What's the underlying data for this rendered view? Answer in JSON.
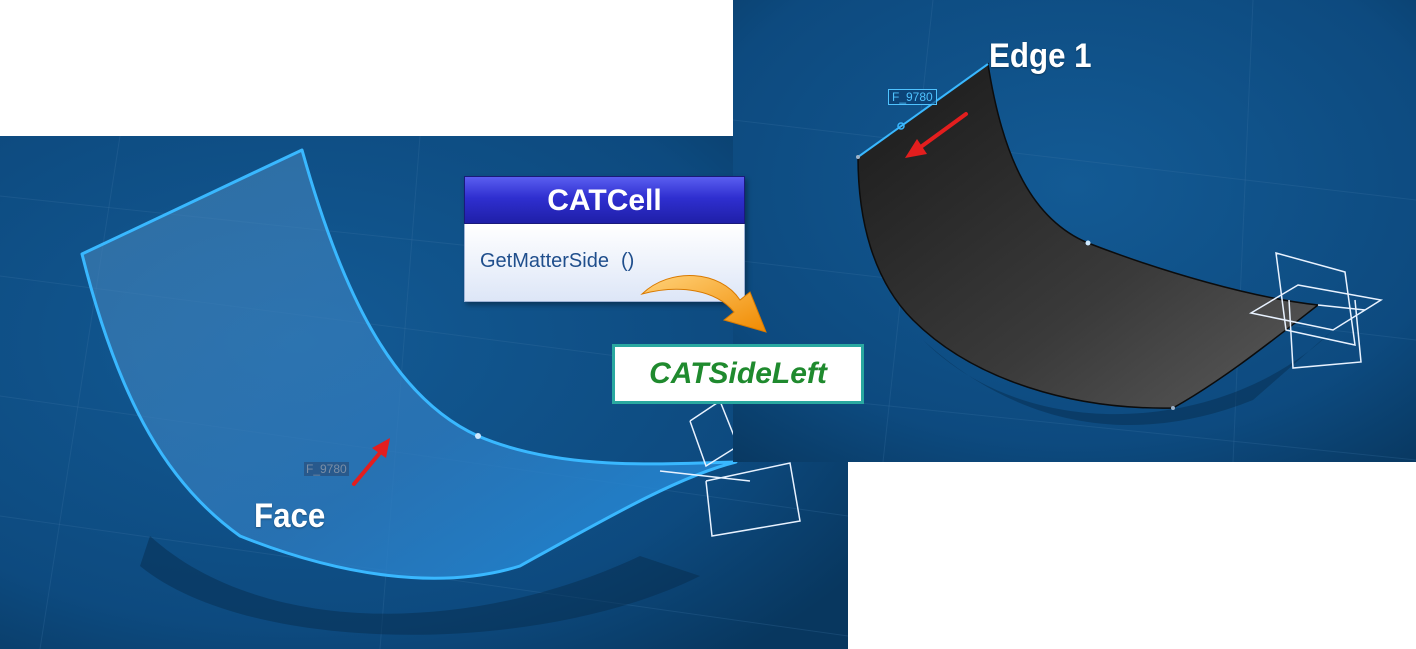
{
  "labels": {
    "face": "Face",
    "edge": "Edge 1",
    "face_id": "F_9780",
    "edge_id": "F_9780"
  },
  "class_box": {
    "title": "CATCell",
    "method_name": "GetMatterSide",
    "method_parens": "()"
  },
  "result": {
    "value": "CATSideLeft"
  },
  "colors": {
    "viewport_blue": "#0d4a7f",
    "face_highlight": "#39b8ff",
    "class_header": "#2f2fd0",
    "result_text": "#1f8a2e",
    "result_border": "#2aa8a0",
    "arrow_red": "#e31e1e",
    "arrow_orange": "#f5a623"
  },
  "icons": {
    "face_arrow": "red-arrow-icon",
    "edge_arrow": "red-arrow-icon",
    "flow_arrow": "curved-arrow-icon"
  }
}
